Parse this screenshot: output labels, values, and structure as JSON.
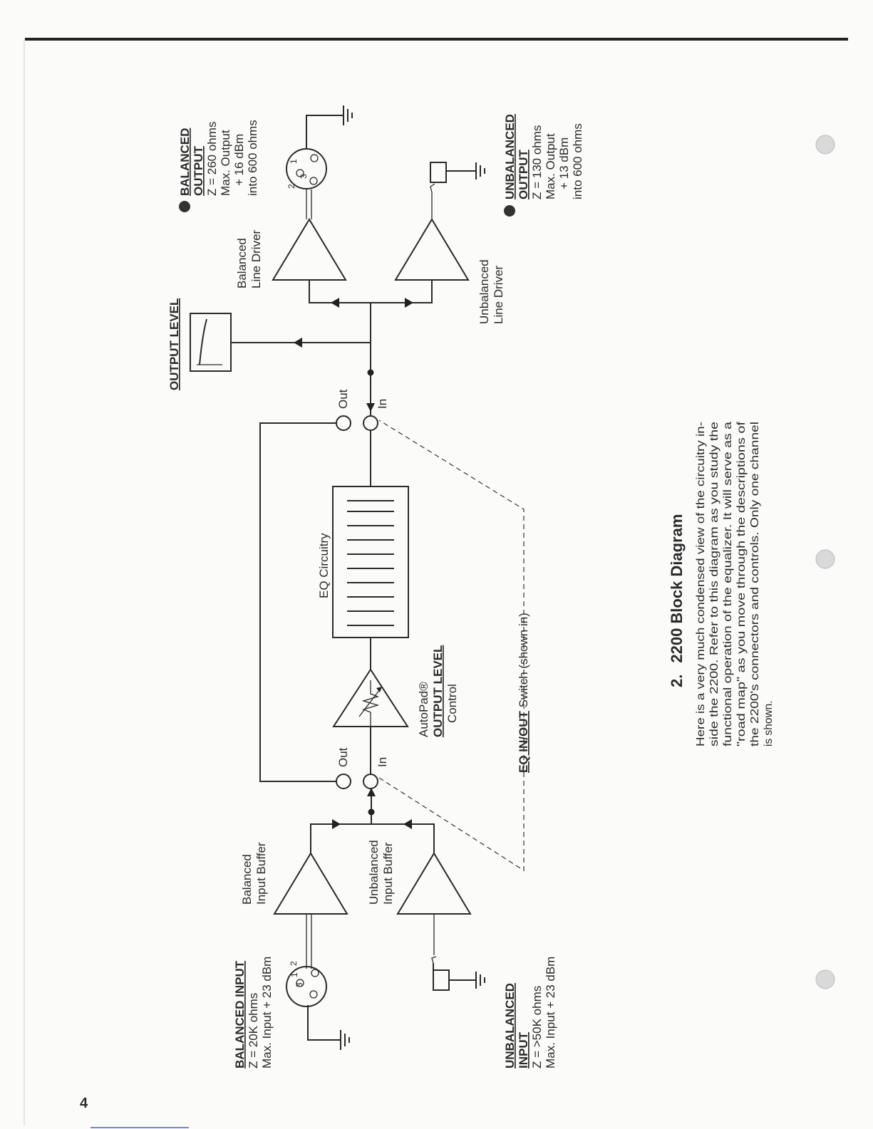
{
  "page_number": "4",
  "section": {
    "number": "2.",
    "title": "2200 Block Diagram",
    "paragraph_lines": [
      "Here is a very much condensed view of the circuitry in-",
      "side the 2200.  Refer to this diagram as you study the",
      "functional operation of the equalizer.  It will serve as a",
      "\"road map\" as you move through the descriptions of",
      "the 2200's connectors and controls.  Only one channel",
      "is shown."
    ]
  },
  "balanced_input": {
    "heading": "BALANCED INPUT",
    "lines": [
      "Z = 20K ohms",
      "Max. Input  + 23 dBm"
    ],
    "pins": [
      "1",
      "2",
      "3"
    ]
  },
  "unbalanced_input": {
    "heading_1": "UNBALANCED",
    "heading_2": "INPUT",
    "lines": [
      "Z = >50K ohms",
      "Max. Input  + 23 dBm"
    ]
  },
  "balanced_input_buffer": [
    "Balanced",
    "Input Buffer"
  ],
  "unbalanced_input_buffer": [
    "Unbalanced",
    "Input Buffer"
  ],
  "eq_switch_input": {
    "out": "Out",
    "in": "In"
  },
  "autopad": {
    "line1": "AutoPad®",
    "line2": "OUTPUT LEVEL",
    "line3": "Control"
  },
  "eq_circuitry": "EQ Circuitry",
  "eq_switch_output": {
    "out": "Out",
    "in": "In"
  },
  "eq_in_out_switch": {
    "underlined": "EQ IN/OUT",
    "rest": " Switch (shown in)"
  },
  "output_level": "OUTPUT LEVEL",
  "balanced_line_driver": [
    "Balanced",
    "Line Driver"
  ],
  "unbalanced_line_driver": [
    "Unbalanced",
    "Line Driver"
  ],
  "balanced_output": {
    "heading_1": "BALANCED",
    "heading_2": "OUTPUT",
    "lines": [
      "Z = 260 ohms",
      "Max. Output",
      "+ 16 dBm",
      "into 600 ohms"
    ],
    "pins": [
      "1",
      "2",
      "3"
    ]
  },
  "unbalanced_output": {
    "heading_1": "UNBALANCED",
    "heading_2": "OUTPUT",
    "lines": [
      "Z = 130 ohms",
      "Max. Output",
      "+ 13 dBm",
      "into 600 ohms"
    ]
  }
}
